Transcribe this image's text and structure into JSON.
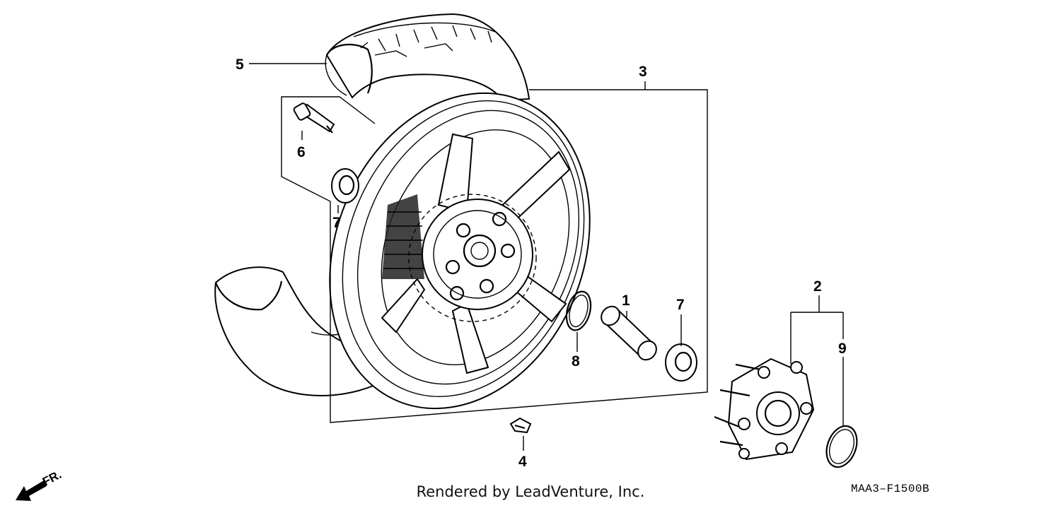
{
  "callouts": {
    "c1": "1",
    "c2": "2",
    "c3": "3",
    "c4": "4",
    "c5": "5",
    "c6": "6",
    "c7a": "7",
    "c7b": "7",
    "c8": "8",
    "c9": "9"
  },
  "direction_label": "FR.",
  "footer_text": "Rendered by LeadVenture, Inc.",
  "diagram_code": "MAA3–F1500B"
}
